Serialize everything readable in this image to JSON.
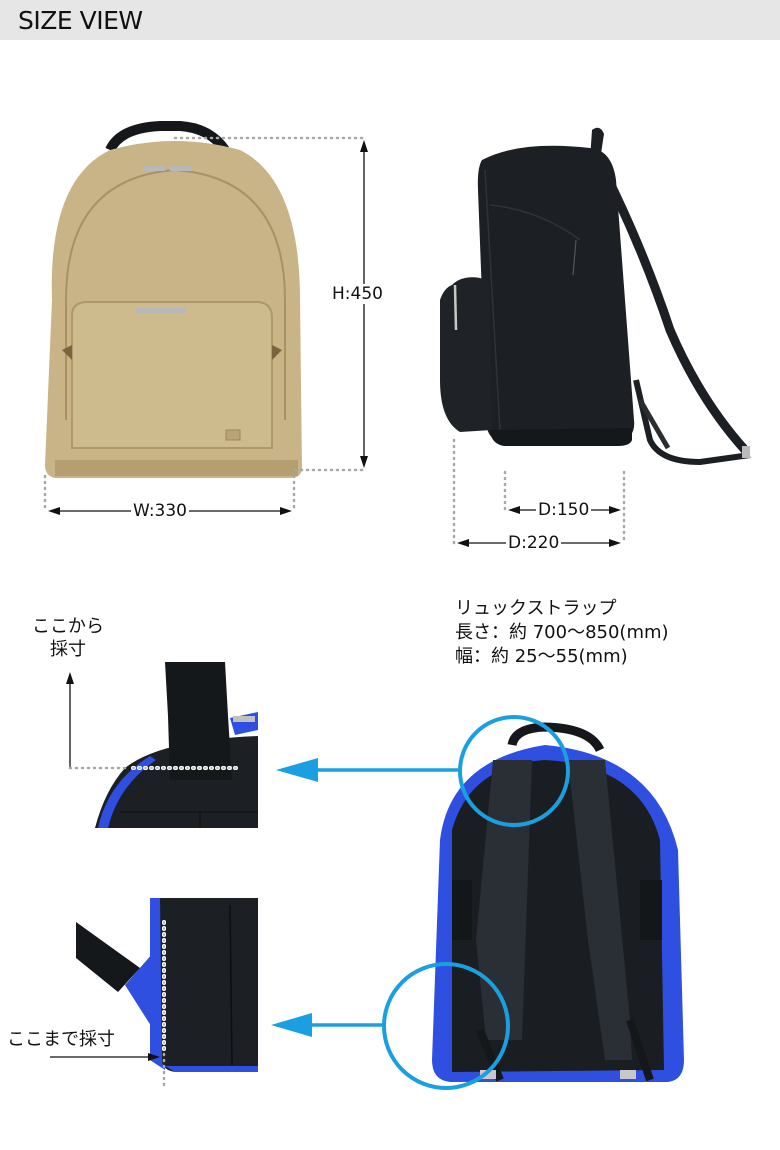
{
  "header": {
    "title": "SIZE VIEW",
    "bg_color": "#e6e6e6"
  },
  "dimensions": {
    "height": "H:450",
    "width": "W:330",
    "depth_body": "D:150",
    "depth_total": "D:220"
  },
  "strap_spec": {
    "title": "リュックストラップ",
    "length": "長さ：約 700〜850(mm)",
    "width": "幅：約 25〜55(mm)"
  },
  "measure_notes": {
    "from_here": "ここから",
    "from_here_2": "採寸",
    "to_here": "ここまで採寸"
  },
  "colors": {
    "accent_blue": "#1a9fe0",
    "bag_beige": "#c8b487",
    "bag_black": "#1c2024",
    "bag_blue": "#2f4fe0",
    "dotted": "#a8a8a8"
  },
  "images": {
    "front_view": "beige-backpack-front",
    "side_view": "black-backpack-side",
    "detail_top": "strap-top-closeup",
    "detail_bottom": "strap-bottom-closeup",
    "back_view": "blue-backpack-back"
  }
}
